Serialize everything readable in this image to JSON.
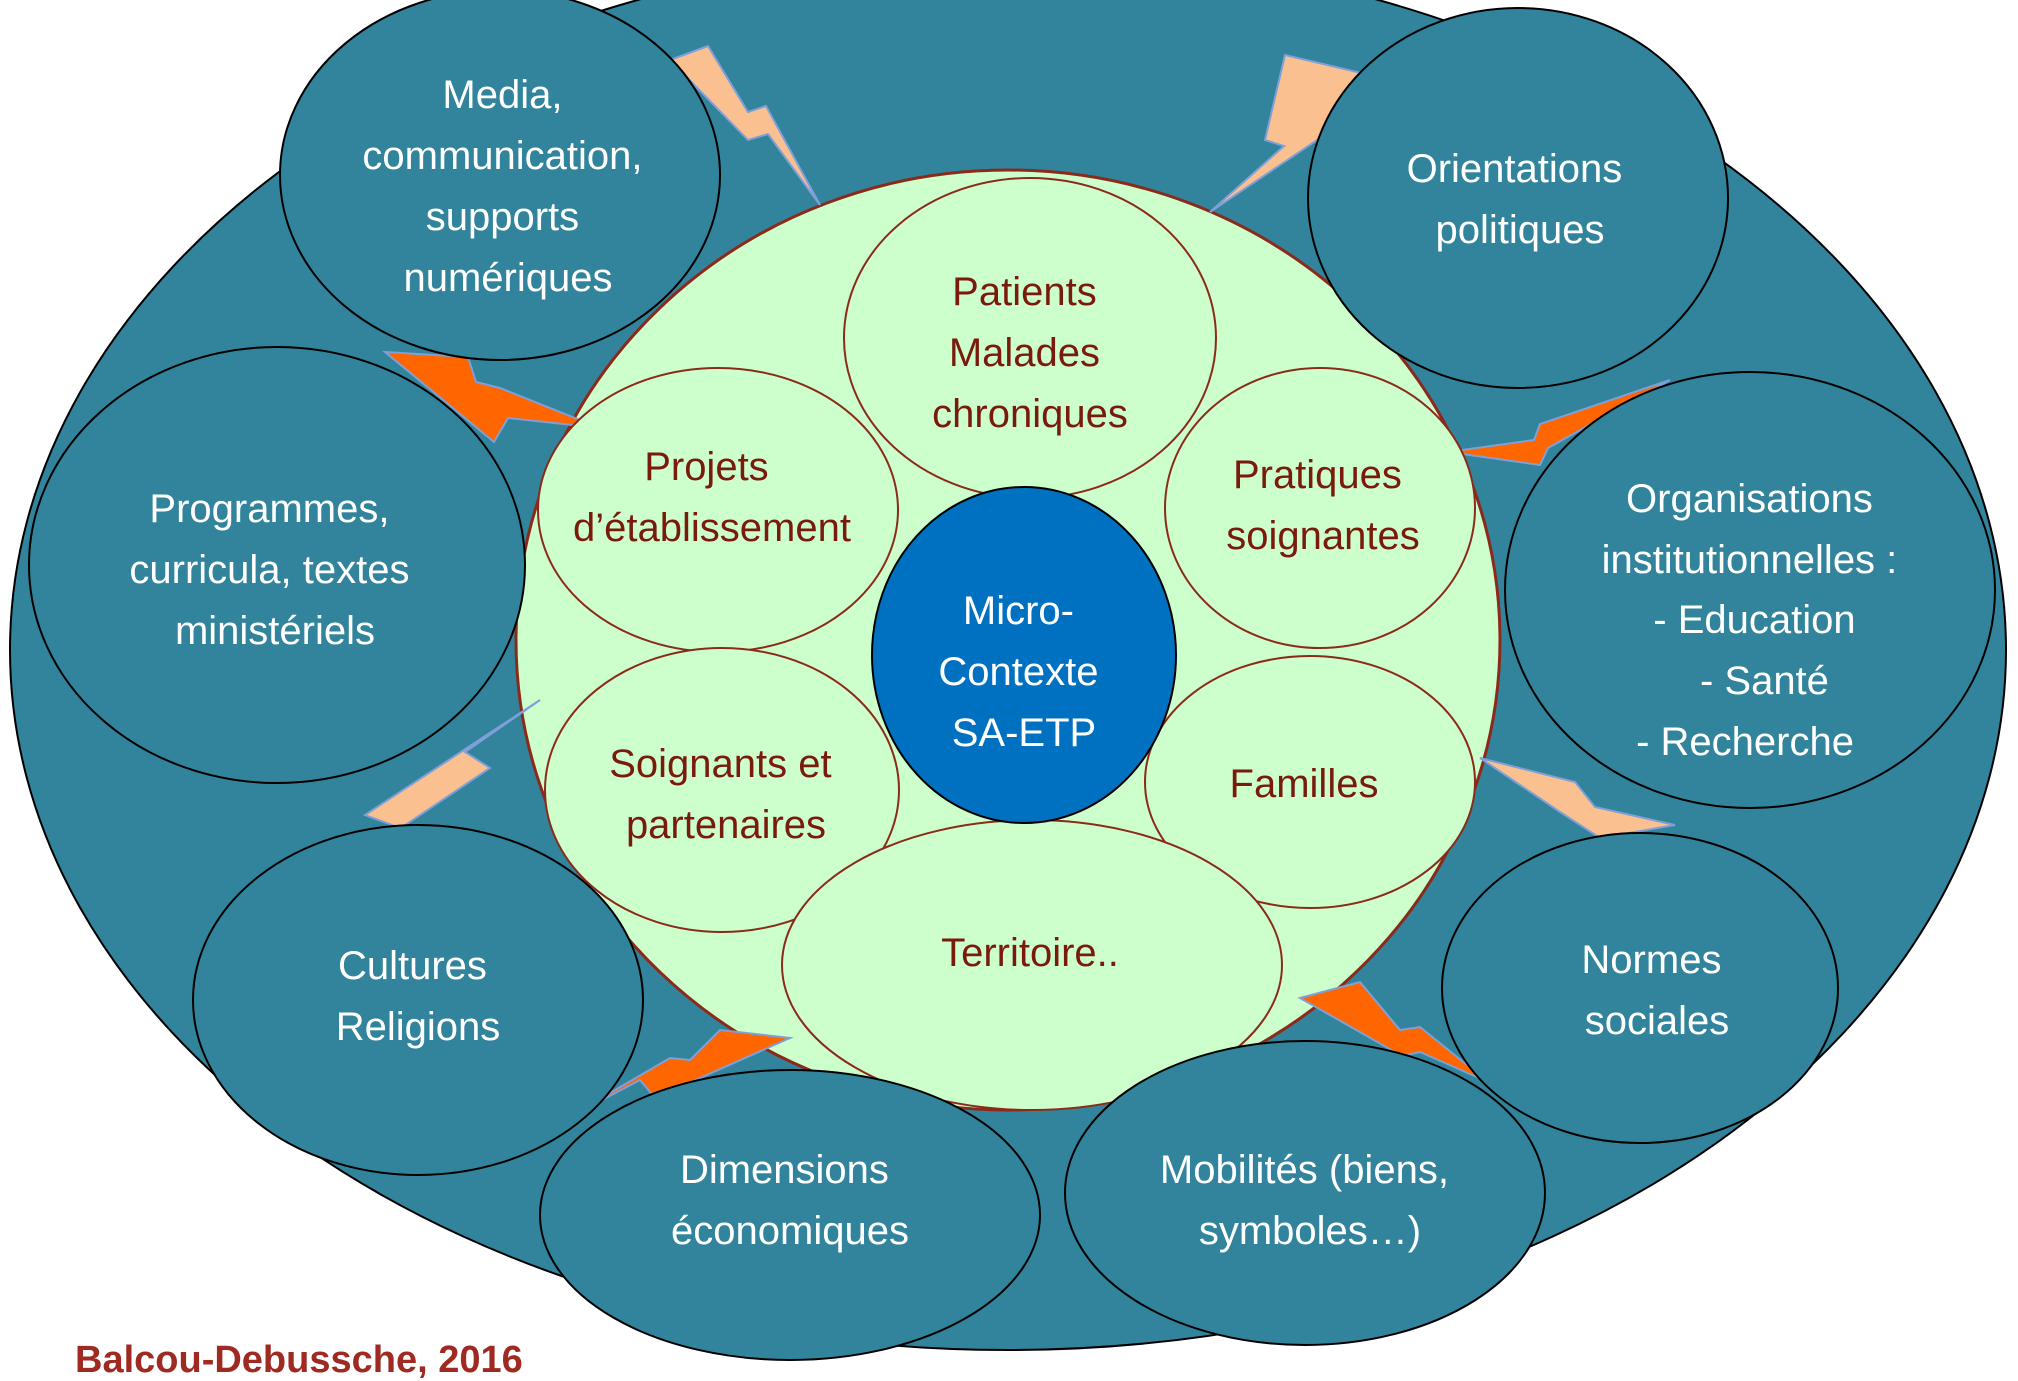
{
  "colors": {
    "outer_fill": "#31849b",
    "inner_fill": "#ccffcc",
    "inner_stroke": "#8b2a1a",
    "center_fill": "#0070c0",
    "bolt_light": "#fac090",
    "bolt_dark": "#ff6600",
    "inner_text": "#7a1a0c",
    "credit_text": "#9e2a22"
  },
  "center": {
    "lines": [
      "Micro-",
      "Contexte",
      "SA-ETP"
    ]
  },
  "inner": {
    "patients": [
      "Patients",
      "Malades",
      "chroniques"
    ],
    "projets": [
      "Projets",
      "d’établissement"
    ],
    "pratiques": [
      "Pratiques",
      "soignantes"
    ],
    "soignants": [
      "Soignants et",
      "partenaires"
    ],
    "familles": [
      "Familles"
    ],
    "territoire": [
      "Territoire.."
    ]
  },
  "outer": {
    "media": [
      "Media,",
      "communication,",
      "supports",
      "numériques"
    ],
    "orientations": [
      "Orientations",
      "politiques"
    ],
    "programmes": [
      "Programmes,",
      "curricula, textes",
      "ministériels"
    ],
    "organisations": [
      "Organisations",
      "institutionnelles :",
      "- Education",
      "- Santé",
      "-    Recherche"
    ],
    "cultures": [
      "Cultures",
      "Religions"
    ],
    "normes": [
      "Normes",
      "sociales"
    ],
    "dimensions": [
      "Dimensions",
      "économiques"
    ],
    "mobilites": [
      "Mobilités (biens,",
      "symboles…)"
    ]
  },
  "credit": "Balcou-Debussche, 2016"
}
